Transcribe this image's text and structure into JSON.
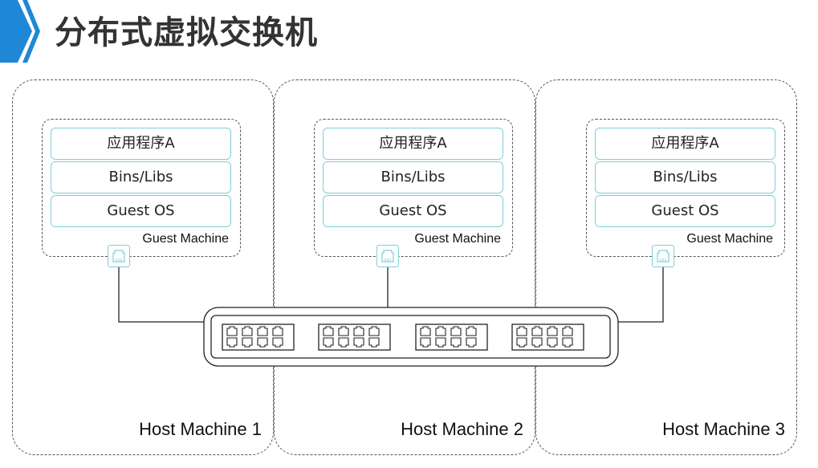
{
  "header": {
    "title": "分布式虚拟交换机"
  },
  "hosts": [
    {
      "label": "Host Machine 1",
      "guest_label": "Guest Machine",
      "layers": [
        "应用程序A",
        "Bins/Libs",
        "Guest OS"
      ]
    },
    {
      "label": "Host Machine 2",
      "guest_label": "Guest Machine",
      "layers": [
        "应用程序A",
        "Bins/Libs",
        "Guest OS"
      ]
    },
    {
      "label": "Host Machine 3",
      "guest_label": "Guest Machine",
      "layers": [
        "应用程序A",
        "Bins/Libs",
        "Guest OS"
      ]
    }
  ],
  "colors": {
    "accent": "#1e88d6",
    "port_border": "#7ecfd8",
    "text": "#333333"
  },
  "icons": [
    "network-port-icon",
    "switch-icon",
    "chevron-right-icon"
  ]
}
